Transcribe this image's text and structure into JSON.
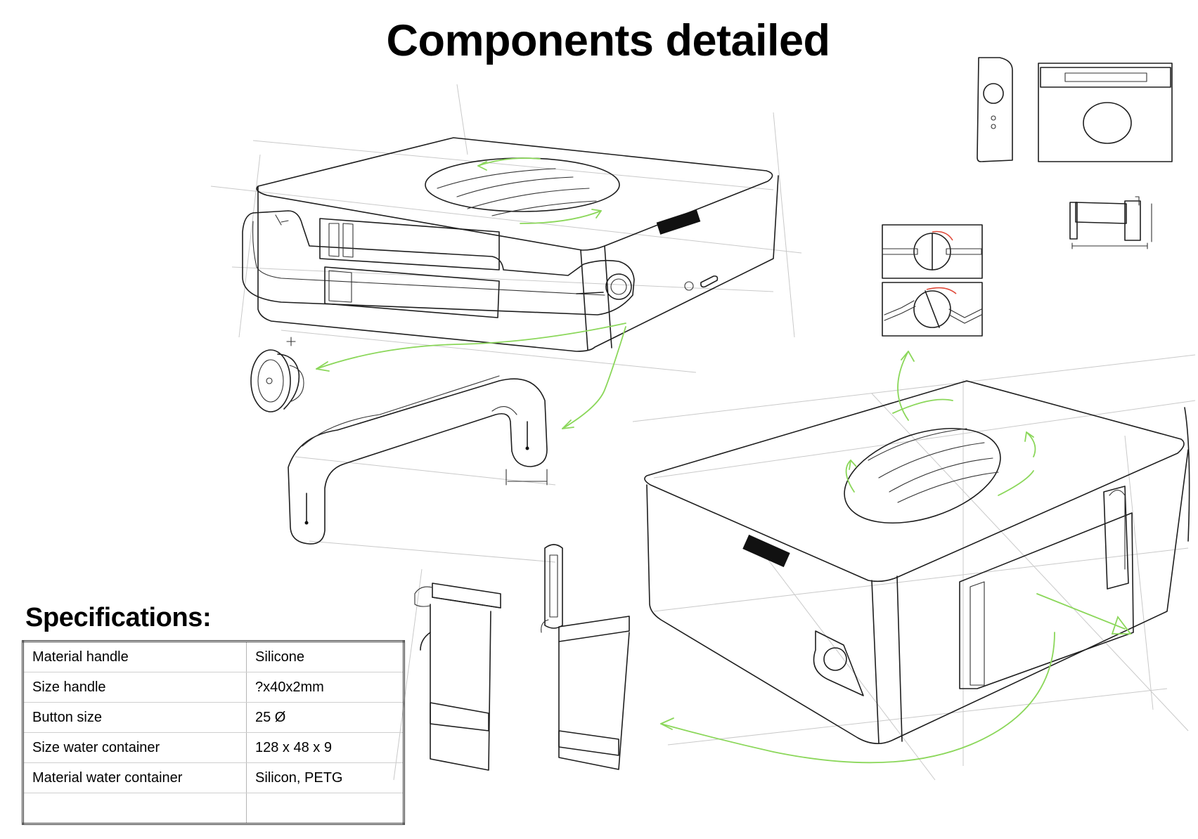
{
  "title": "Components detailed",
  "specifications": {
    "heading": "Specifications:",
    "rows": [
      {
        "label": "Material handle",
        "value": "Silicone"
      },
      {
        "label": "Size handle",
        "value": "?x40x2mm"
      },
      {
        "label": "Button size",
        "value": "25 Ø"
      },
      {
        "label": "Size water container",
        "value": "128 x 48 x 9"
      },
      {
        "label": "Material water container",
        "value": "Silicon, PETG"
      },
      {
        "label": "",
        "value": ""
      }
    ]
  },
  "colors": {
    "annotation_arrows": "#8bd75a",
    "rotation_indicator": "#e04a3a",
    "line_work": "#1e1e1e"
  }
}
